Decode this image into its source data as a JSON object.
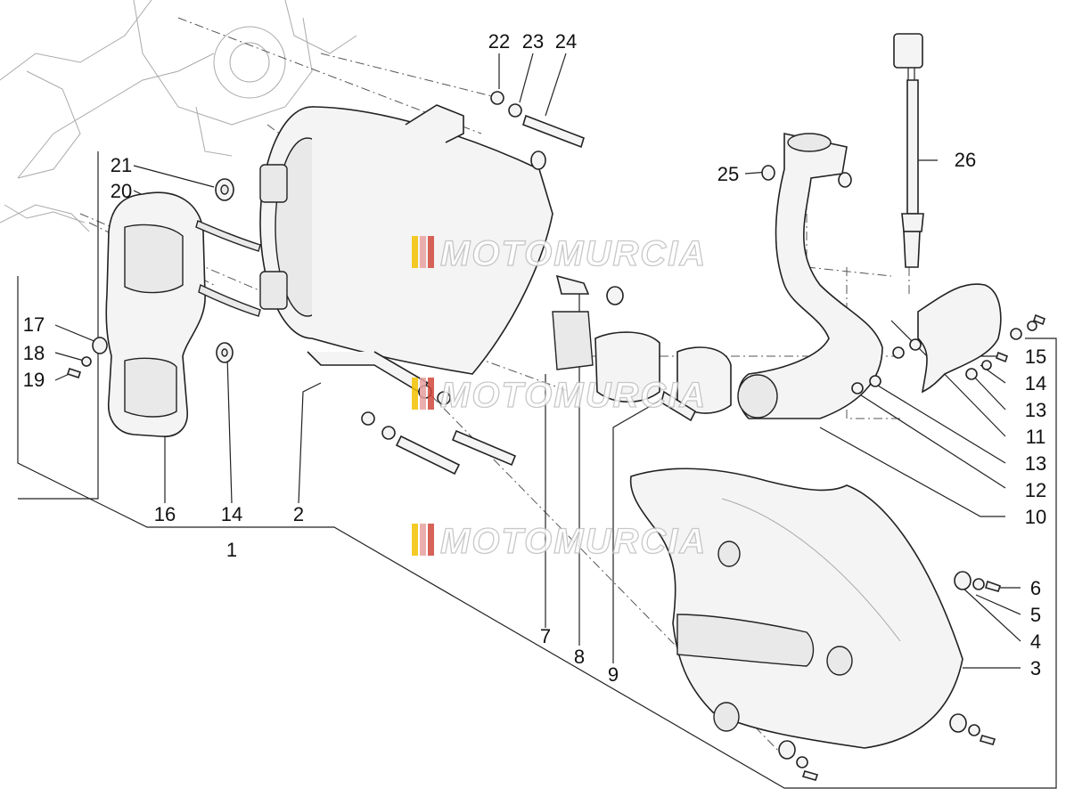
{
  "watermark": {
    "text": "MOTOMURCIA",
    "stripe_colors": [
      "#f2c200",
      "#e8a0a0",
      "#d0463a"
    ]
  },
  "callouts": [
    "1",
    "2",
    "3",
    "4",
    "5",
    "6",
    "7",
    "8",
    "9",
    "10",
    "11",
    "12",
    "13",
    "13",
    "14",
    "14",
    "15",
    "16",
    "17",
    "18",
    "19",
    "20",
    "21",
    "22",
    "23",
    "24",
    "25",
    "26"
  ]
}
